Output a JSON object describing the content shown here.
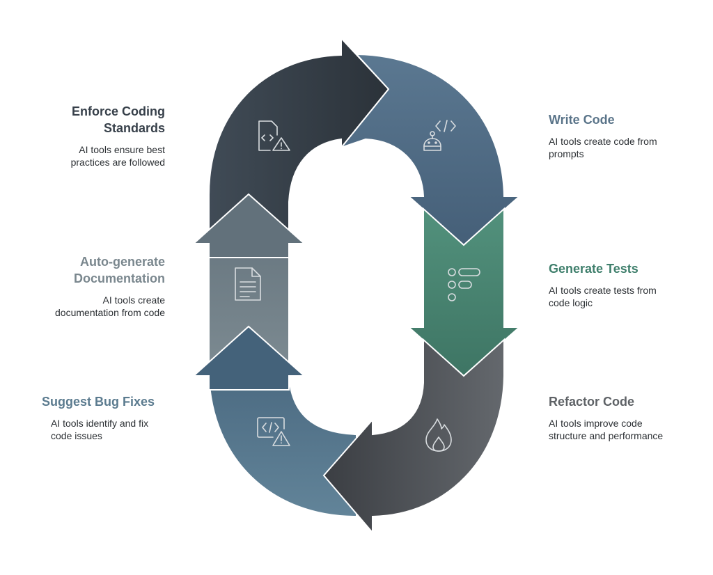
{
  "diagram": {
    "type": "cycle",
    "steps": [
      {
        "id": "enforce",
        "title": "Enforce Coding Standards",
        "title_lines": [
          "Enforce Coding",
          "Standards"
        ],
        "description_lines": [
          "AI tools ensure best",
          "practices are followed"
        ],
        "icon": "code-file-warning-icon",
        "color": "#3a4550",
        "title_color": "#37404a"
      },
      {
        "id": "write",
        "title": "Write Code",
        "title_lines": [
          "Write Code"
        ],
        "description_lines": [
          "AI tools create code from",
          "prompts"
        ],
        "icon": "robot-code-icon",
        "color": "#526d86",
        "title_color": "#5a7489"
      },
      {
        "id": "tests",
        "title": "Generate Tests",
        "title_lines": [
          "Generate Tests"
        ],
        "description_lines": [
          "AI tools create tests from",
          "code logic"
        ],
        "icon": "checklist-icon",
        "color": "#4a8573",
        "title_color": "#3f7f6c"
      },
      {
        "id": "refactor",
        "title": "Refactor Code",
        "title_lines": [
          "Refactor Code"
        ],
        "description_lines": [
          "AI tools improve code",
          "structure and performance"
        ],
        "icon": "flame-icon",
        "color": "#55595e",
        "title_color": "#5e6266"
      },
      {
        "id": "bugs",
        "title": "Suggest Bug Fixes",
        "title_lines": [
          "Suggest Bug Fixes"
        ],
        "description_lines": [
          "AI tools identify and fix",
          "code issues"
        ],
        "icon": "code-window-warning-icon",
        "color": "#56778c",
        "title_color": "#5b7b8f"
      },
      {
        "id": "docs",
        "title": "Auto-generate Documentation",
        "title_lines": [
          "Auto-generate",
          "Documentation"
        ],
        "description_lines": [
          "AI tools create",
          "documentation from code"
        ],
        "icon": "document-icon",
        "color": "#6e7e87",
        "title_color": "#7a878e"
      }
    ]
  }
}
